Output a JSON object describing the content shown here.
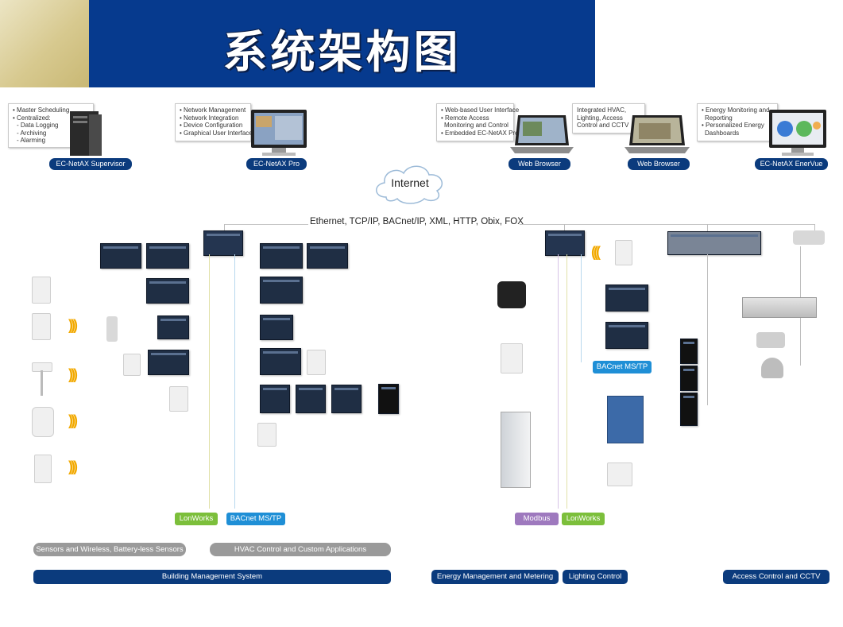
{
  "title": "系统架构图",
  "top_nodes": [
    {
      "label": "EC-NetAX Supervisor",
      "features": [
        "• Master Scheduling",
        "• Centralized:",
        "  - Data Logging",
        "  - Archiving",
        "  - Alarming"
      ]
    },
    {
      "label": "EC-NetAX Pro",
      "features": [
        "• Network Management",
        "• Network Integration",
        "• Device Configuration",
        "• Graphical User Interface"
      ]
    },
    {
      "label": "Web Browser",
      "features": [
        "• Web-based User Interface",
        "• Remote Access",
        "  Monitoring and Control",
        "• Embedded EC-NetAX Pro"
      ]
    },
    {
      "label": "Web Browser",
      "features": [
        "Integrated HVAC,",
        "Lighting, Access",
        "Control and CCTV"
      ]
    },
    {
      "label": "EC-NetAX EnerVue",
      "features": [
        "• Energy Monitoring and",
        "  Reporting",
        "• Personalized Energy",
        "  Dashboards"
      ]
    }
  ],
  "internet_label": "Internet",
  "network_label": "Ethernet, TCP/IP, BACnet/IP, XML, HTTP, Obix, FOX",
  "bus_tags": {
    "lonworks_left": "LonWorks",
    "bacnet_left": "BACnet MS/TP",
    "bacnet_right": "BACnet MS/TP",
    "modbus": "Modbus",
    "lonworks_right": "LonWorks"
  },
  "category_pills": [
    "Sensors and Wireless, Battery-less Sensors",
    "HVAC Control and Custom Applications"
  ],
  "system_bars": [
    "Building Management System",
    "Energy Management and Metering",
    "Lighting Control",
    "Access Control and CCTV"
  ],
  "colors": {
    "title_bg": "#063a8e",
    "pill": "#0b3b7d",
    "lonworks": "#7cbf3b",
    "bacnet": "#1f8fd6",
    "modbus": "#9e79be",
    "wireless": "#f2a900"
  }
}
